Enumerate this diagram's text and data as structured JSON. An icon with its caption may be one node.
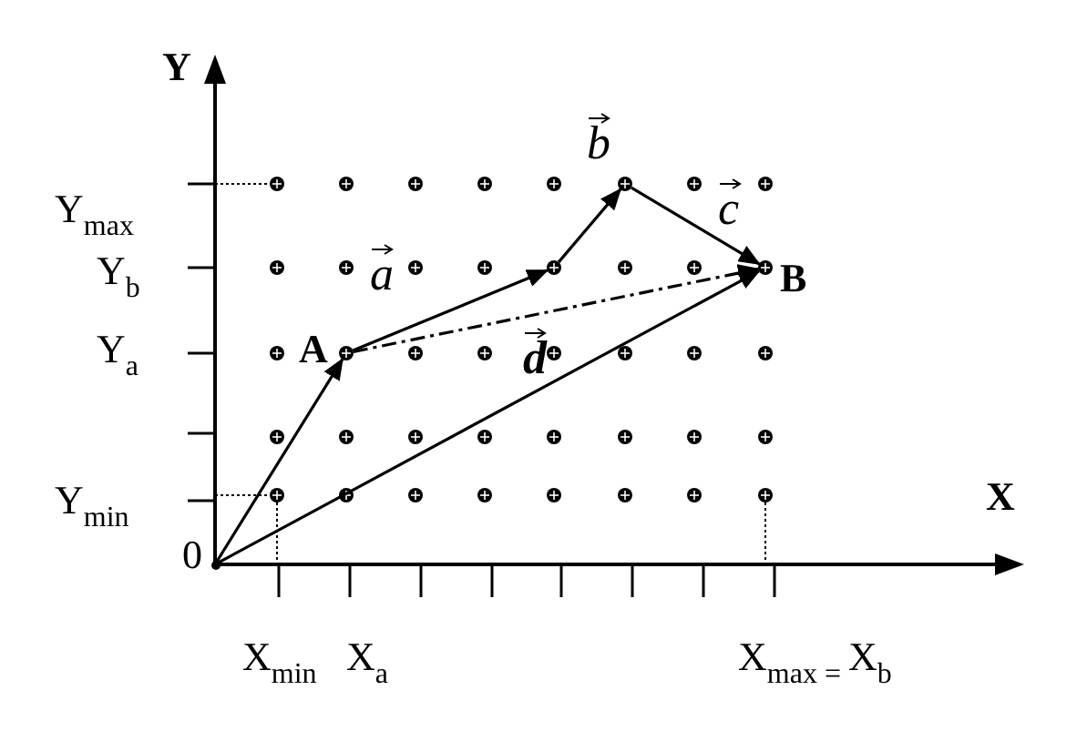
{
  "diagram": {
    "nodes": [
      {
        "text": [],
        "shape": "circle",
        "beside": [
          "0"
        ]
      },
      {
        "text": [],
        "shape": "circle",
        "beside": [
          "A"
        ]
      },
      {
        "text": [],
        "shape": "circle"
      },
      {
        "text": [],
        "shape": "circle"
      },
      {
        "text": [],
        "shape": "circle",
        "beside": [
          "B"
        ]
      }
    ],
    "edges": [
      {
        "from": 0,
        "to": 1,
        "arrow": "to"
      },
      {
        "from": 1,
        "to": 2,
        "arrow": "to",
        "label": "a"
      },
      {
        "from": 2,
        "to": 3,
        "arrow": "to",
        "label": "b"
      },
      {
        "from": 3,
        "to": 4,
        "arrow": "to",
        "label": "c"
      },
      {
        "from": 1,
        "to": 4,
        "arrow": "to",
        "label": "d",
        "style": "dashed"
      },
      {
        "from": 0,
        "to": 4,
        "arrow": "to"
      }
    ],
    "labels": [
      "Y",
      "Y$_{max}$",
      "Y$_{b}$",
      "Y$_{a}$",
      "Y$_{min}$",
      "X",
      "X$_{min}$",
      "X$_{a}$",
      "X$_{max = }$X$_{b}$"
    ]
  }
}
